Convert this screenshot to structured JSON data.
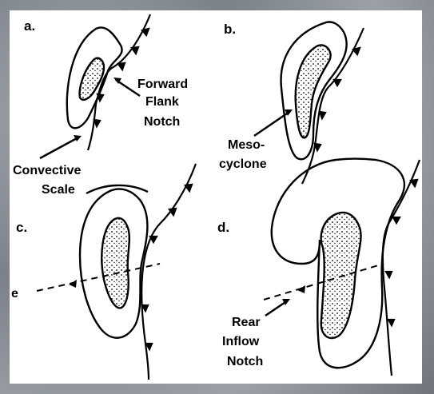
{
  "panels": {
    "a": {
      "label": "a."
    },
    "b": {
      "label": "b."
    },
    "c": {
      "label": "c."
    },
    "d": {
      "label": "d."
    }
  },
  "annotations": {
    "forward_flank_notch": [
      "Forward",
      "Flank",
      "Notch"
    ],
    "convective_scale": [
      "Convective",
      "Scale"
    ],
    "mesocyclone": [
      "Meso-",
      "cyclone"
    ],
    "rear_inflow_notch": [
      "Rear",
      "Inflow",
      "Notch"
    ],
    "cut_label": "e"
  },
  "colors": {
    "frame": "#8a9096",
    "panel": "#ffffff",
    "ink": "#000000"
  }
}
